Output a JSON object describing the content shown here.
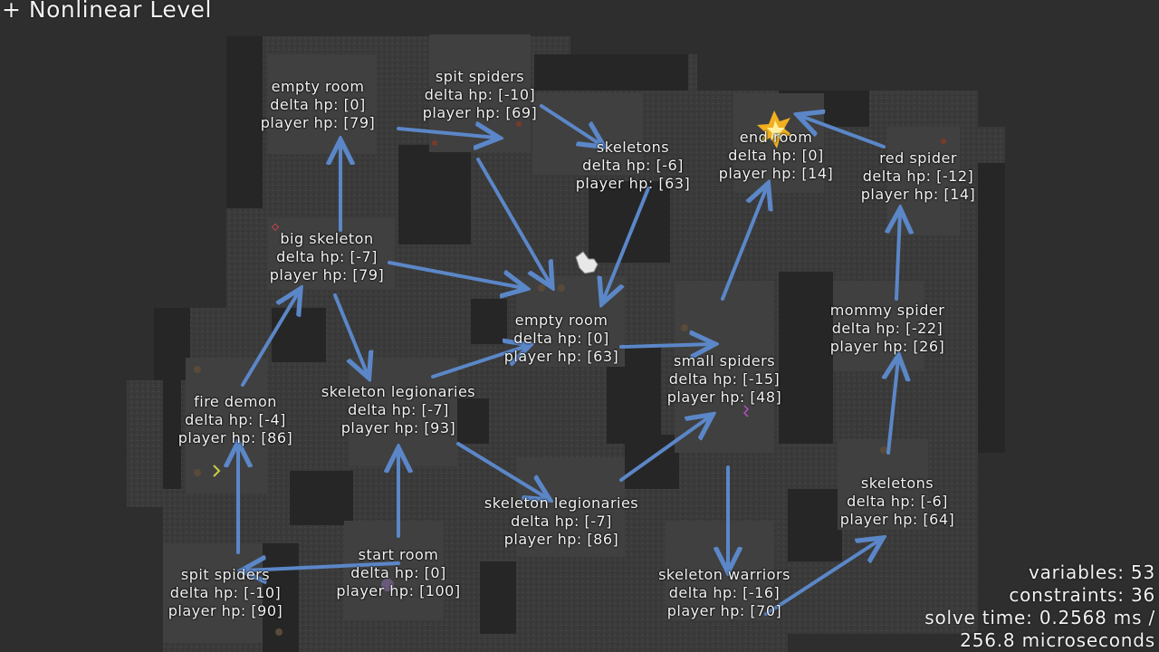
{
  "title": "+ Nonlinear Level",
  "colors": {
    "background": "#2b2b2b",
    "floor": "#3b3b3b",
    "arrow": "#5b87c8",
    "text": "#f2f2f2"
  },
  "rooms": [
    {
      "id": "empty1",
      "name": "empty room",
      "delta": "delta hp: [0]",
      "hp": "player hp: [79]"
    },
    {
      "id": "spit1",
      "name": "spit spiders",
      "delta": "delta hp: [-10]",
      "hp": "player hp: [69]"
    },
    {
      "id": "skel1",
      "name": "skeletons",
      "delta": "delta hp: [-6]",
      "hp": "player hp: [63]"
    },
    {
      "id": "end",
      "name": "end room",
      "delta": "delta hp: [0]",
      "hp": "player hp: [14]"
    },
    {
      "id": "red",
      "name": "red spider",
      "delta": "delta hp: [-12]",
      "hp": "player hp: [14]"
    },
    {
      "id": "big",
      "name": "big skeleton",
      "delta": "delta hp: [-7]",
      "hp": "player hp: [79]"
    },
    {
      "id": "empty2",
      "name": "empty room",
      "delta": "delta hp: [0]",
      "hp": "player hp: [63]"
    },
    {
      "id": "mommy",
      "name": "mommy spider",
      "delta": "delta hp: [-22]",
      "hp": "player hp: [26]"
    },
    {
      "id": "small",
      "name": "small spiders",
      "delta": "delta hp: [-15]",
      "hp": "player hp: [48]"
    },
    {
      "id": "fire",
      "name": "fire demon",
      "delta": "delta hp: [-4]",
      "hp": "player hp: [86]"
    },
    {
      "id": "leg1",
      "name": "skeleton legionaries",
      "delta": "delta hp: [-7]",
      "hp": "player hp: [93]"
    },
    {
      "id": "skel2",
      "name": "skeletons",
      "delta": "delta hp: [-6]",
      "hp": "player hp: [64]"
    },
    {
      "id": "leg2",
      "name": "skeleton legionaries",
      "delta": "delta hp: [-7]",
      "hp": "player hp: [86]"
    },
    {
      "id": "start",
      "name": "start room",
      "delta": "delta hp: [0]",
      "hp": "player hp: [100]"
    },
    {
      "id": "spit2",
      "name": "spit spiders",
      "delta": "delta hp: [-10]",
      "hp": "player hp: [90]"
    },
    {
      "id": "warriors",
      "name": "skeleton warriors",
      "delta": "delta hp: [-16]",
      "hp": "player hp: [70]"
    }
  ],
  "stats": {
    "variables": "variables: 53",
    "constraints": "constraints: 36",
    "solve_time": "solve time: 0.2568 ms /",
    "microseconds": "256.8 microseconds"
  }
}
